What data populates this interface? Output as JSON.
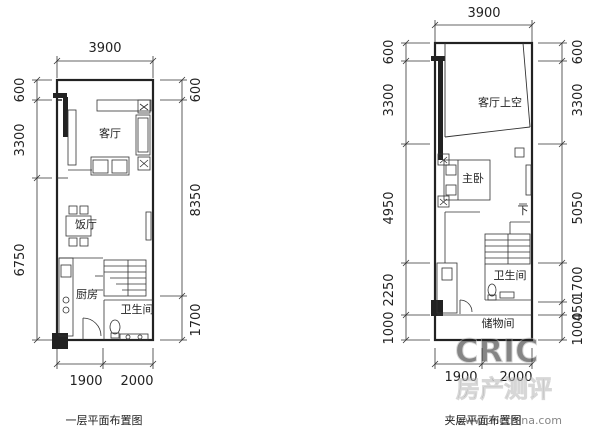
{
  "left_plan": {
    "caption": "一层平面布置图",
    "dims": {
      "top": "3900",
      "left": [
        "600",
        "3300",
        "6750"
      ],
      "right": [
        "600",
        "8350",
        "1700"
      ],
      "bottom": [
        "1900",
        "2000"
      ]
    },
    "rooms": {
      "living": "客厅",
      "dining": "饭厅",
      "kitchen": "厨房",
      "bath": "卫生间"
    }
  },
  "right_plan": {
    "caption": "夹层平面布置图",
    "dims": {
      "top": "3900",
      "left": [
        "600",
        "3300",
        "4950",
        "2250",
        "1000"
      ],
      "right": [
        "600",
        "3300",
        "5050",
        "1700",
        "450",
        "1000"
      ],
      "bottom": [
        "1900",
        "2000"
      ]
    },
    "rooms": {
      "void": "客厅上空",
      "bedroom": "主卧",
      "bath": "卫生间",
      "storage": "储物间"
    },
    "stair_mark": "下"
  },
  "watermark": {
    "latin": "CRIC",
    "cn": "房产测评",
    "url": "www.cricchina.com"
  }
}
